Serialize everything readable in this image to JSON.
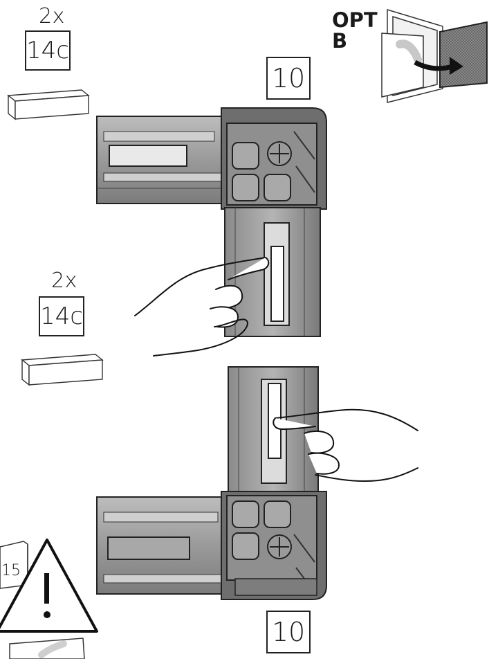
{
  "parts_top": {
    "quantity": "2x",
    "part_id": "14c"
  },
  "parts_middle": {
    "quantity": "2x",
    "part_id": "14c"
  },
  "step_top": "10",
  "step_bottom": "10",
  "option": {
    "line1": "OPT",
    "line2": "B"
  },
  "page_ref": "15"
}
